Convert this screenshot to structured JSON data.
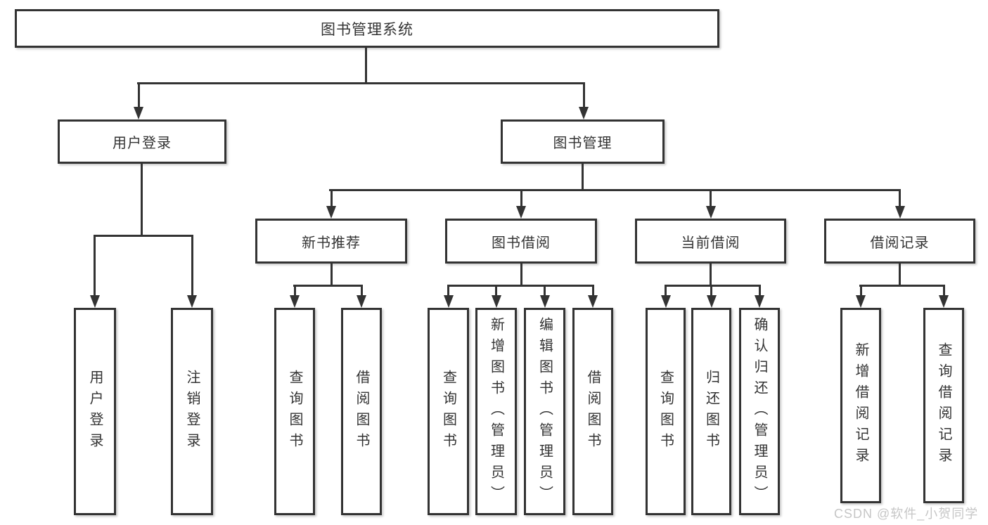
{
  "diagram_title": "图书管理系统",
  "nodes": {
    "root": {
      "label": "图书管理系统"
    },
    "level2": [
      {
        "label": "用户登录"
      },
      {
        "label": "图书管理"
      }
    ],
    "level3": [
      {
        "label": "新书推荐",
        "parent": "图书管理"
      },
      {
        "label": "图书借阅",
        "parent": "图书管理"
      },
      {
        "label": "当前借阅",
        "parent": "图书管理"
      },
      {
        "label": "借阅记录",
        "parent": "图书管理"
      }
    ],
    "leaves": [
      {
        "label": "用户登录",
        "parent": "用户登录"
      },
      {
        "label": "注销登录",
        "parent": "用户登录"
      },
      {
        "label": "查询图书",
        "parent": "新书推荐"
      },
      {
        "label": "借阅图书",
        "parent": "新书推荐"
      },
      {
        "label": "查询图书",
        "parent": "图书借阅"
      },
      {
        "label": "新增图书（管理员）",
        "parent": "图书借阅"
      },
      {
        "label": "编辑图书（管理员）",
        "parent": "图书借阅"
      },
      {
        "label": "借阅图书",
        "parent": "图书借阅"
      },
      {
        "label": "查询图书",
        "parent": "当前借阅"
      },
      {
        "label": "归还图书",
        "parent": "当前借阅"
      },
      {
        "label": "确认归还（管理员）",
        "parent": "当前借阅"
      },
      {
        "label": "新增借阅记录",
        "parent": "借阅记录"
      },
      {
        "label": "查询借阅记录",
        "parent": "借阅记录"
      }
    ]
  },
  "watermark": {
    "text": "CSDN @软件_小贺同学"
  },
  "colors": {
    "line": "#333333",
    "text": "#333333",
    "watermark": "#c6c6c6",
    "background": "#ffffff"
  }
}
